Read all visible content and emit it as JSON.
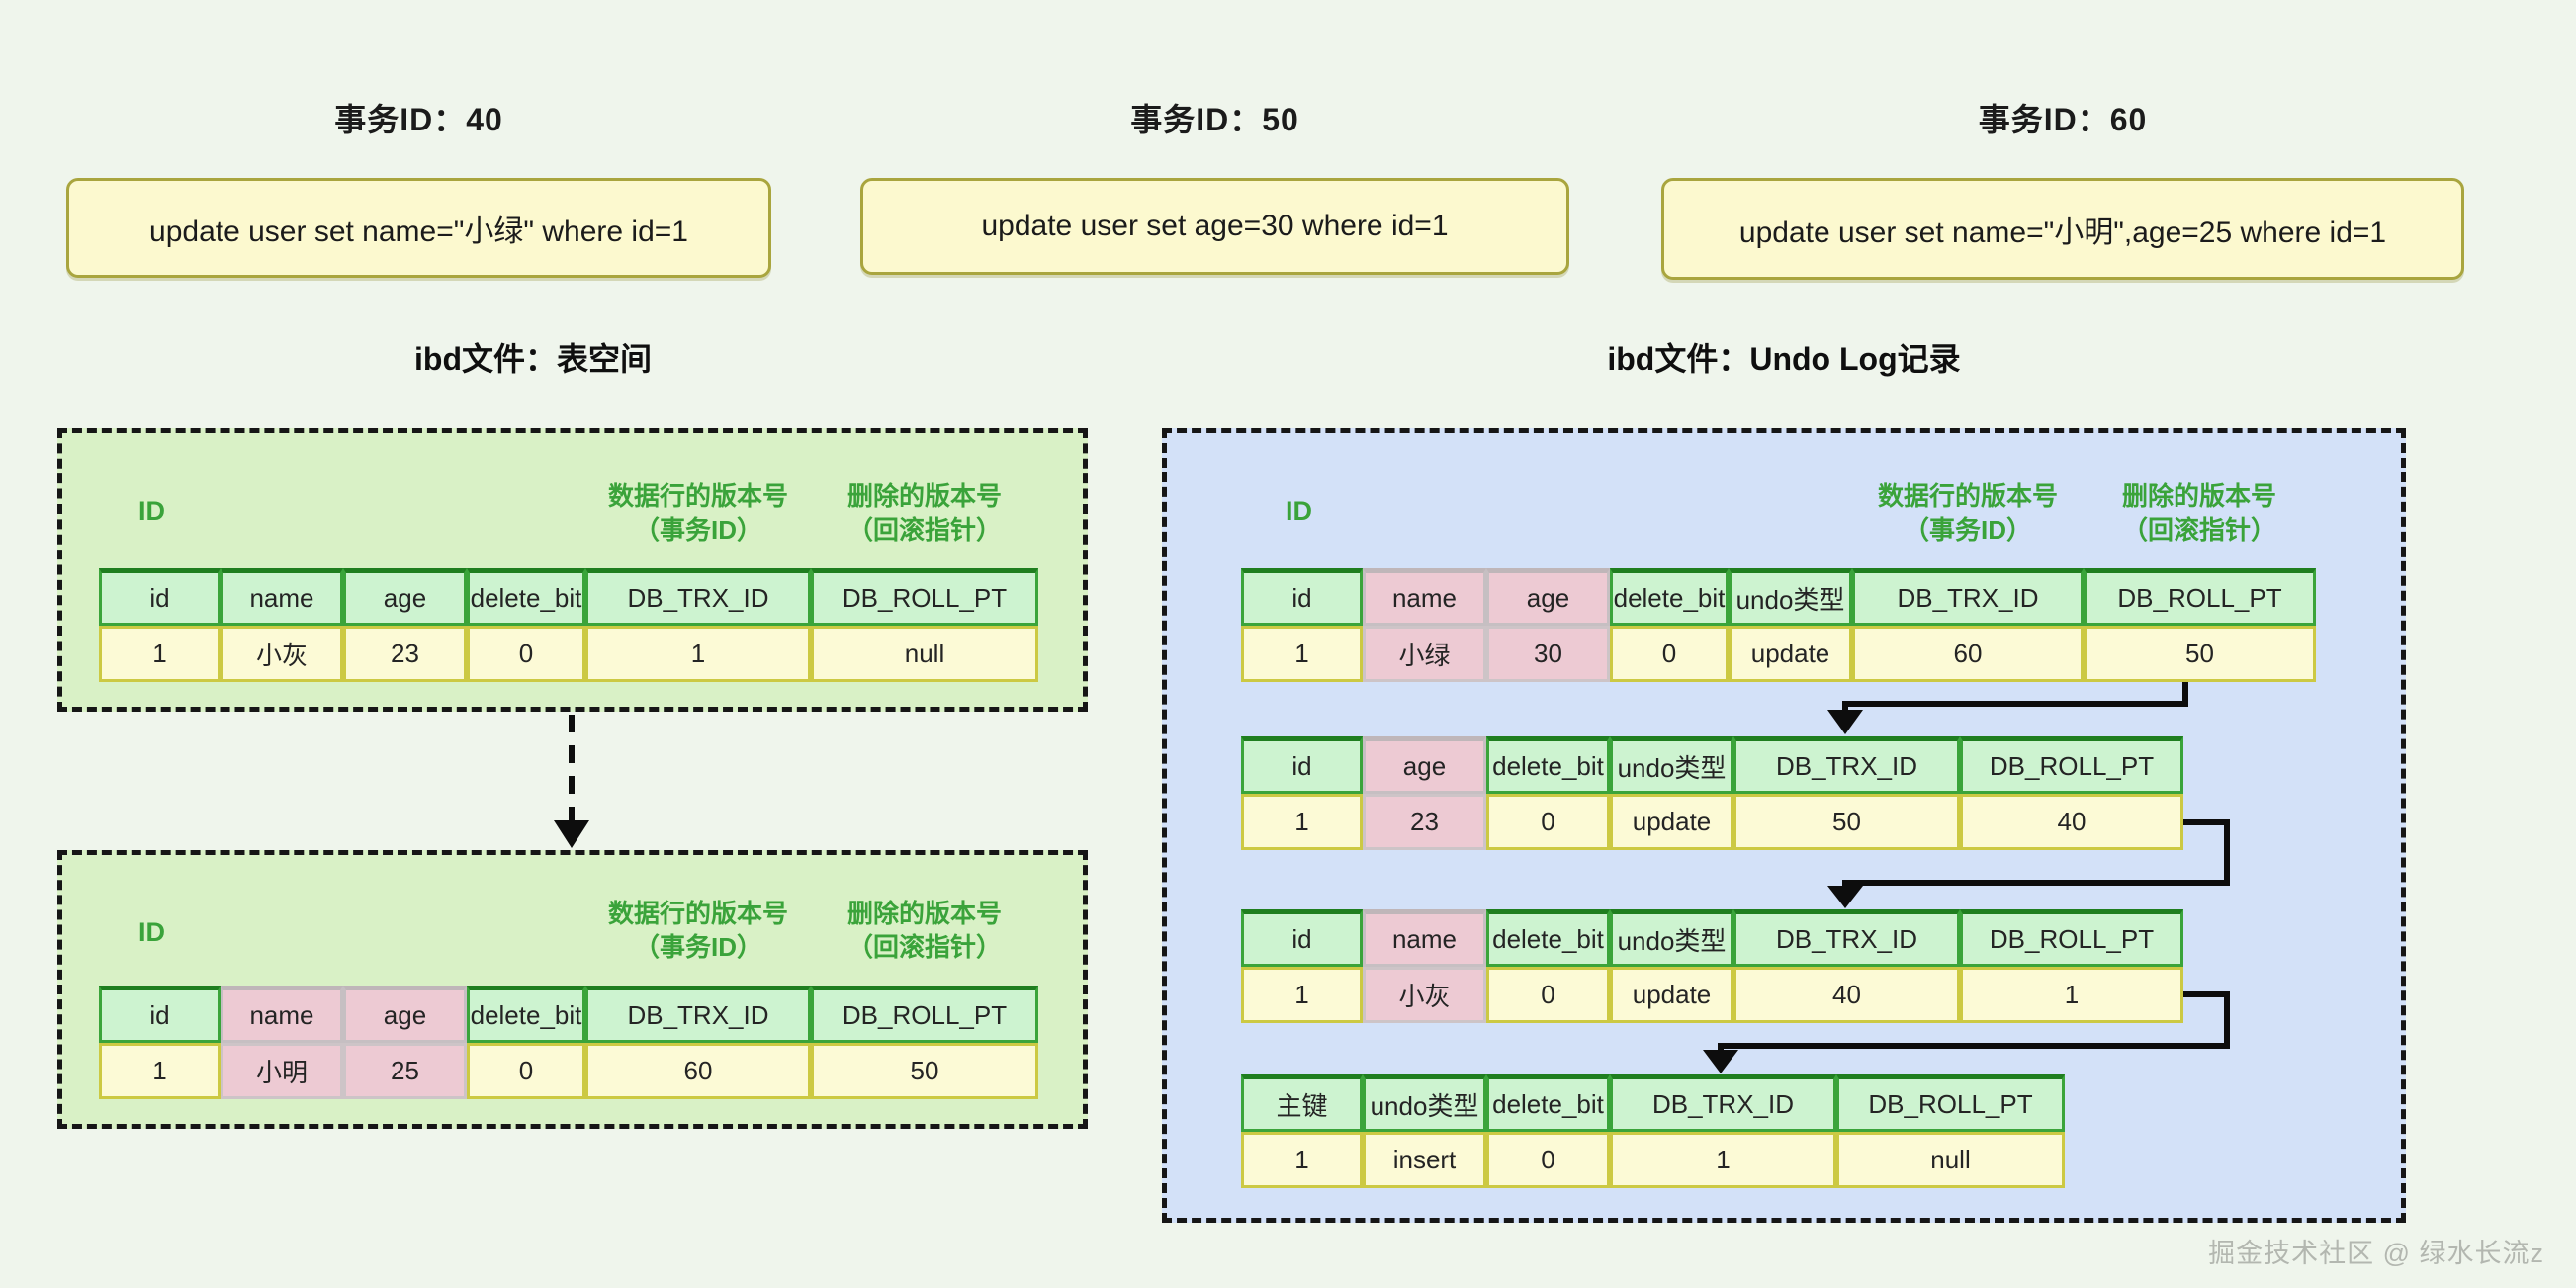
{
  "transactions": [
    {
      "title": "事务ID：40",
      "sql": "update user set name=\"小绿\" where id=1"
    },
    {
      "title": "事务ID：50",
      "sql": "update user set age=30 where id=1"
    },
    {
      "title": "事务ID：60",
      "sql": "update user set name=\"小明\",age=25 where id=1"
    }
  ],
  "sections": {
    "tablespace": {
      "title": "ibd文件：表空间"
    },
    "undolog": {
      "title": "ibd文件：Undo Log记录"
    }
  },
  "labels": {
    "id": "ID",
    "row_version_line1": "数据行的版本号",
    "row_version_line2": "（事务ID）",
    "delete_version_line1": "删除的版本号",
    "delete_version_line2": "（回滚指针）"
  },
  "tables": {
    "ts1": {
      "headers": [
        {
          "t": "id"
        },
        {
          "t": "name"
        },
        {
          "t": "age"
        },
        {
          "t": "delete_bit"
        },
        {
          "t": "DB_TRX_ID"
        },
        {
          "t": "DB_ROLL_PT"
        }
      ],
      "row": [
        {
          "t": "1"
        },
        {
          "t": "小灰"
        },
        {
          "t": "23"
        },
        {
          "t": "0"
        },
        {
          "t": "1"
        },
        {
          "t": "null"
        }
      ]
    },
    "ts2": {
      "headers": [
        {
          "t": "id"
        },
        {
          "t": "name",
          "hl": true
        },
        {
          "t": "age",
          "hl": true
        },
        {
          "t": "delete_bit"
        },
        {
          "t": "DB_TRX_ID"
        },
        {
          "t": "DB_ROLL_PT"
        }
      ],
      "row": [
        {
          "t": "1"
        },
        {
          "t": "小明",
          "hl": true
        },
        {
          "t": "25",
          "hl": true
        },
        {
          "t": "0"
        },
        {
          "t": "60"
        },
        {
          "t": "50"
        }
      ]
    },
    "undo1": {
      "headers": [
        {
          "t": "id"
        },
        {
          "t": "name",
          "hl": true
        },
        {
          "t": "age",
          "hl": true
        },
        {
          "t": "delete_bit"
        },
        {
          "t": "undo类型"
        },
        {
          "t": "DB_TRX_ID"
        },
        {
          "t": "DB_ROLL_PT"
        }
      ],
      "row": [
        {
          "t": "1"
        },
        {
          "t": "小绿",
          "hl": true
        },
        {
          "t": "30",
          "hl": true
        },
        {
          "t": "0"
        },
        {
          "t": "update"
        },
        {
          "t": "60"
        },
        {
          "t": "50"
        }
      ]
    },
    "undo2": {
      "headers": [
        {
          "t": "id"
        },
        {
          "t": "age",
          "hl": true
        },
        {
          "t": "delete_bit"
        },
        {
          "t": "undo类型"
        },
        {
          "t": "DB_TRX_ID"
        },
        {
          "t": "DB_ROLL_PT"
        }
      ],
      "row": [
        {
          "t": "1"
        },
        {
          "t": "23",
          "hl": true
        },
        {
          "t": "0"
        },
        {
          "t": "update"
        },
        {
          "t": "50"
        },
        {
          "t": "40"
        }
      ]
    },
    "undo3": {
      "headers": [
        {
          "t": "id"
        },
        {
          "t": "name",
          "hl": true
        },
        {
          "t": "delete_bit"
        },
        {
          "t": "undo类型"
        },
        {
          "t": "DB_TRX_ID"
        },
        {
          "t": "DB_ROLL_PT"
        }
      ],
      "row": [
        {
          "t": "1"
        },
        {
          "t": "小灰",
          "hl": true
        },
        {
          "t": "0"
        },
        {
          "t": "update"
        },
        {
          "t": "40"
        },
        {
          "t": "1"
        }
      ]
    },
    "undo4": {
      "headers": [
        {
          "t": "主键"
        },
        {
          "t": "undo类型"
        },
        {
          "t": "delete_bit"
        },
        {
          "t": "DB_TRX_ID"
        },
        {
          "t": "DB_ROLL_PT"
        }
      ],
      "row": [
        {
          "t": "1"
        },
        {
          "t": "insert"
        },
        {
          "t": "0"
        },
        {
          "t": "1"
        },
        {
          "t": "null"
        }
      ]
    }
  },
  "watermark": {
    "text": "掘金技术社区 @ 绿水长流z"
  },
  "colors": {
    "page_bg": "#eff5ec",
    "tablespace_box_bg": "#d9f1c6",
    "undolog_box_bg": "#d3e1f8",
    "header_cell_bg": "#cdf3d0",
    "header_border_green": "#3aa43a",
    "data_cell_bg": "#fcfad6",
    "data_border_olive": "#ccc943",
    "highlight_pink": "#edcad3",
    "sql_box_bg": "#fcf9cf",
    "sql_box_border": "#a9a53e",
    "green_label_text": "#3aa33a",
    "arrow_black": "#0d0d0d",
    "watermark_gray": "#b3b7b0"
  }
}
